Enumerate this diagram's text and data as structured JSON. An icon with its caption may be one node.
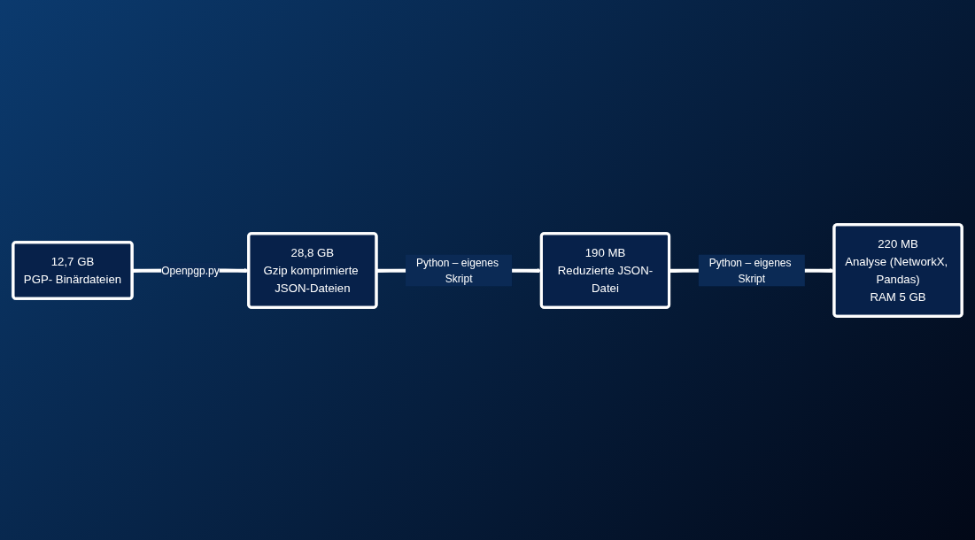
{
  "diagram": {
    "nodes": [
      {
        "text": [
          "12,7 GB",
          "PGP- Binärdateien"
        ]
      },
      {
        "text": [
          "28,8 GB",
          "Gzip komprimierte JSON-Dateien"
        ]
      },
      {
        "text": [
          "190 MB",
          "Reduzierte JSON-Datei"
        ]
      },
      {
        "text": [
          "220 MB",
          "Analyse (NetworkX, Pandas)",
          "RAM 5 GB"
        ]
      }
    ],
    "edges": [
      {
        "from": 0,
        "to": 1,
        "arrow": "to",
        "label": "Openpgp.py"
      },
      {
        "from": 1,
        "to": 2,
        "arrow": "to",
        "label": "Python – eigenes Skript"
      },
      {
        "from": 2,
        "to": 3,
        "arrow": "to",
        "label": "Python – eigenes Skript"
      }
    ]
  }
}
